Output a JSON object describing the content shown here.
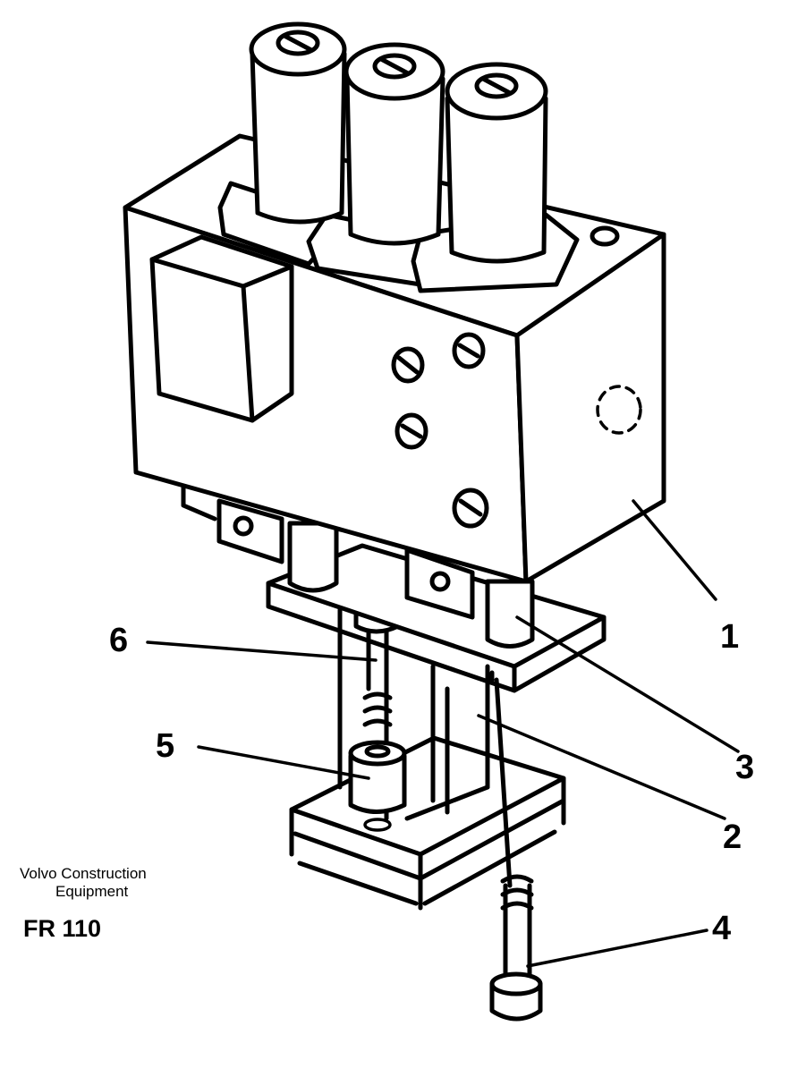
{
  "caption": {
    "brand_line1": "Volvo Construction",
    "brand_line2": "Equipment",
    "model": "FR 110"
  },
  "callouts": [
    "1",
    "2",
    "3",
    "4",
    "5",
    "6"
  ]
}
